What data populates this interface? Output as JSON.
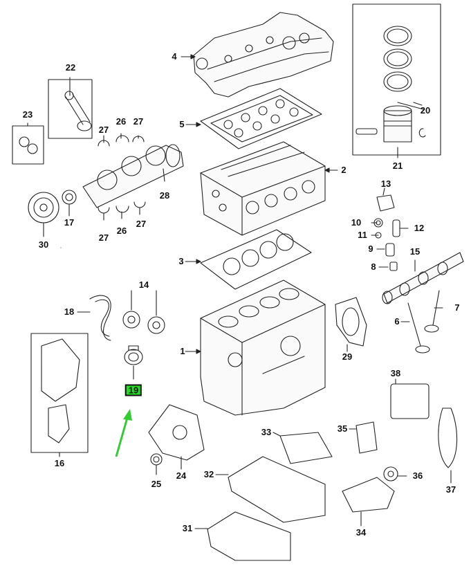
{
  "labels": {
    "l1": "1",
    "l2": "2",
    "l3": "3",
    "l4": "4",
    "l5": "5",
    "l6": "6",
    "l7": "7",
    "l8": "8",
    "l9": "9",
    "l10": "10",
    "l11": "11",
    "l12": "12",
    "l13": "13",
    "l14": "14",
    "l15": "15",
    "l16": "16",
    "l17": "17",
    "l18": "18",
    "l19": "19",
    "l20": "20",
    "l21": "21",
    "l22": "22",
    "l23": "23",
    "l24": "24",
    "l25": "25",
    "l26a": "26",
    "l26b": "26",
    "l27a": "27",
    "l27b": "27",
    "l27c": "27",
    "l27d": "27",
    "l28": "28",
    "l29": "29",
    "l30": "30",
    "l31": "31",
    "l32": "32",
    "l33": "33",
    "l34": "34",
    "l35": "35",
    "l36": "36",
    "l37": "37",
    "l38": "38"
  },
  "highlight": {
    "part": "19",
    "color": "#22dd22",
    "arrow_color": "#33cc33"
  }
}
